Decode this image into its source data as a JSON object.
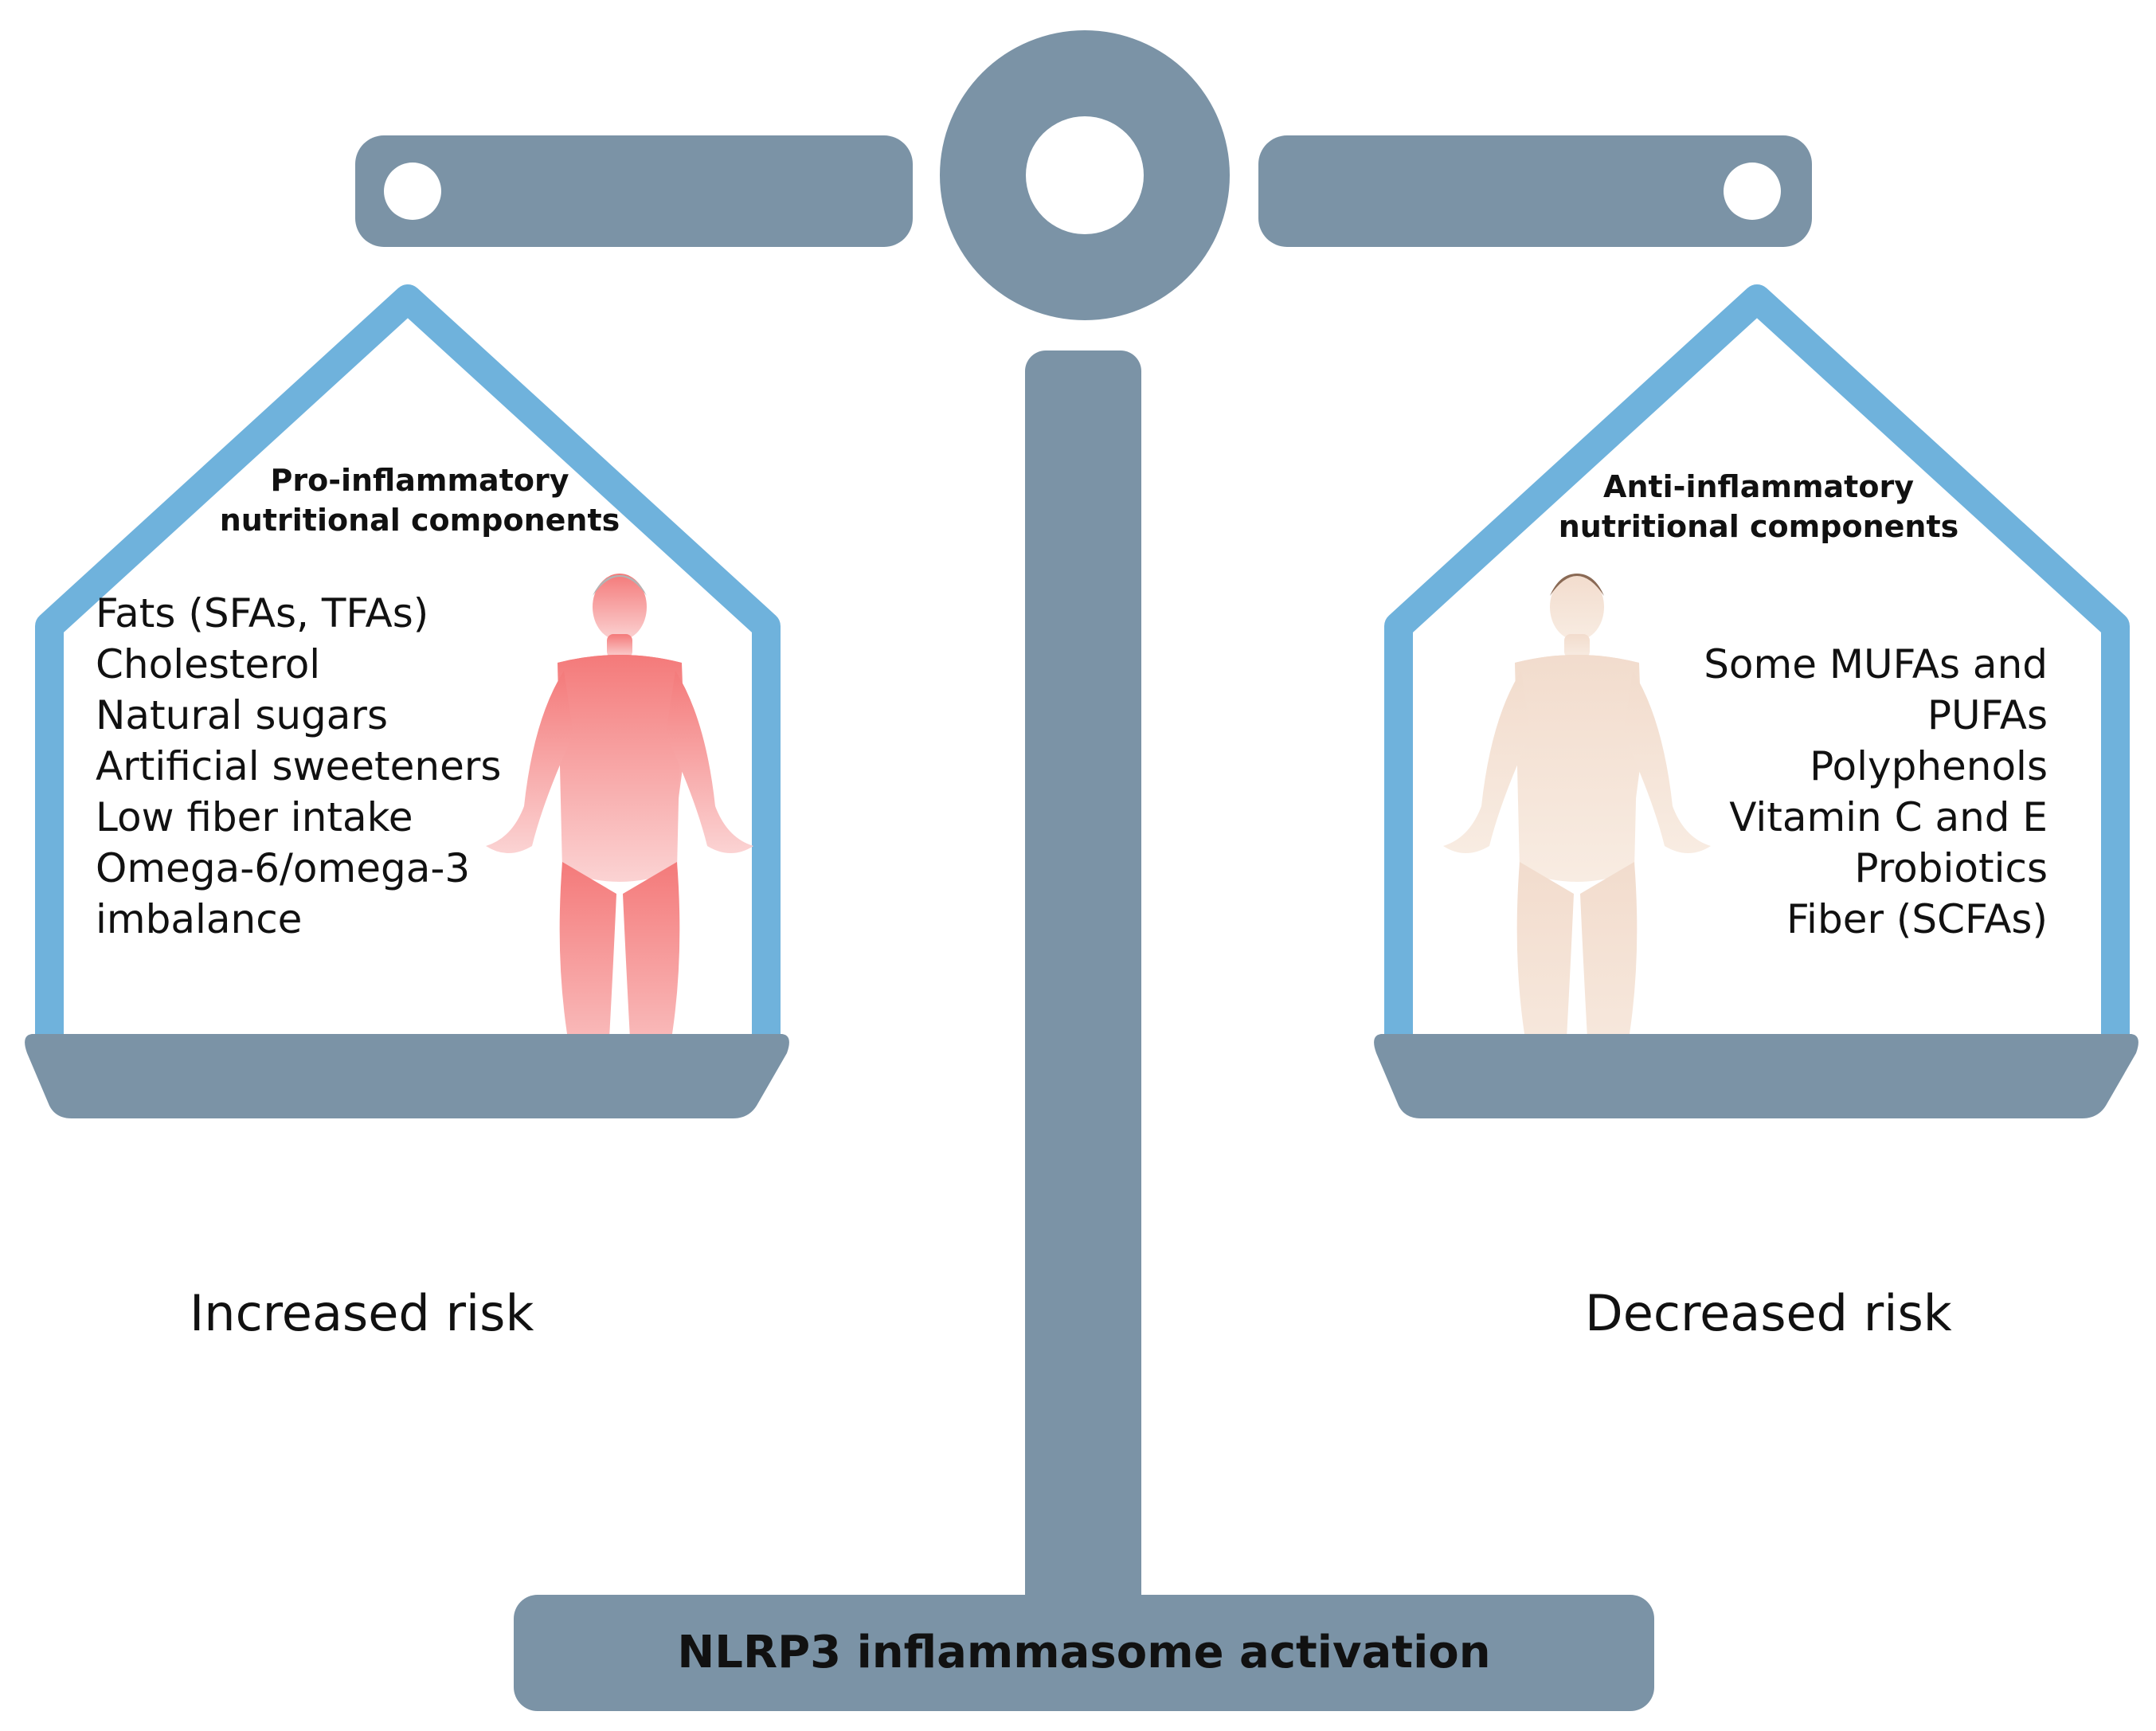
{
  "colors": {
    "scale": "#7b93a6",
    "house_outline": "#6fb2dc",
    "pro_figure": "#f28b8b",
    "anti_figure": "#f2ddcf",
    "background": "#ffffff"
  },
  "left_pan": {
    "heading_line1": "Pro-inflammatory",
    "heading_line2": "nutritional components",
    "items": [
      "Fats (SFAs, TFAs)",
      "Cholesterol",
      "Natural sugars",
      "Artificial sweeteners",
      "Low fiber intake",
      "Omega-6/omega-3",
      "imbalance"
    ],
    "figure_icon": "human-figure-icon",
    "risk_label": "Increased risk"
  },
  "right_pan": {
    "heading_line1": "Anti-inflammatory",
    "heading_line2": "nutritional components",
    "items": [
      "Some MUFAs and",
      "PUFAs",
      "Polyphenols",
      "Vitamin C and E",
      "Probiotics",
      "Fiber (SCFAs)"
    ],
    "figure_icon": "human-figure-icon",
    "risk_label": "Decreased risk"
  },
  "base_label": "NLRP3 inflammasome activation"
}
